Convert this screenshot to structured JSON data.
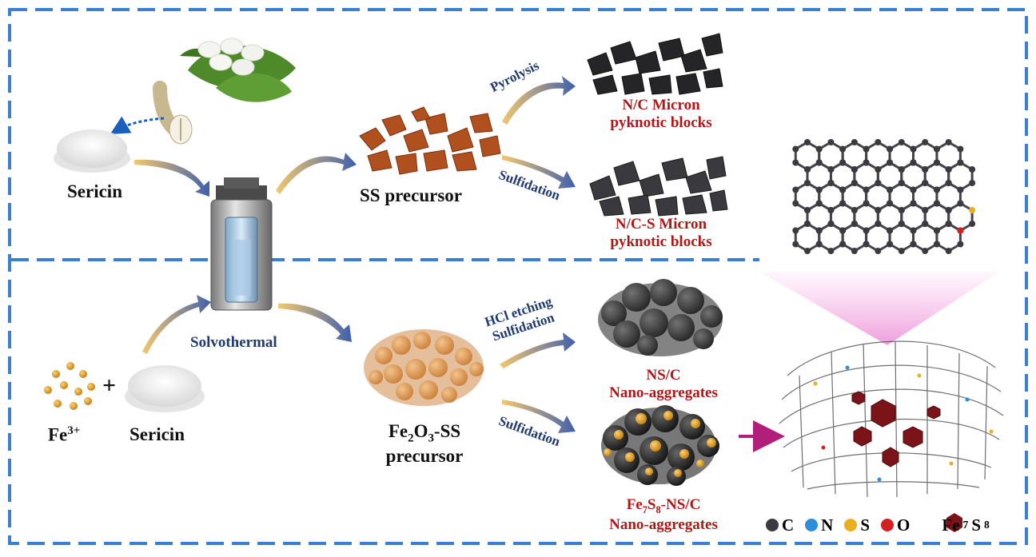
{
  "labels": {
    "sericin_top": "Sericin",
    "ss_precursor": "SS precursor",
    "pyrolysis": "Pyrolysis",
    "sulfidation_top": "Sulfidation",
    "nc_line1": "N/C Micron",
    "nc_line2": "pyknotic blocks",
    "ncs_line1": "N/C-S Micron",
    "ncs_line2": "pyknotic blocks",
    "solvothermal": "Solvothermal",
    "fe_ion": "Fe",
    "fe_charge": "3+",
    "plus": "+",
    "sericin_bottom": "Sericin",
    "fe2o3_fe": "Fe",
    "fe2o3_sub1": "2",
    "fe2o3_o": "O",
    "fe2o3_sub2": "3",
    "fe2o3_suffix": "-SS",
    "fe2o3_line2": "precursor",
    "hcl_line1": "HCl etching",
    "hcl_line2": "Sulfidation",
    "sulfidation_bottom": "Sulfidation",
    "nsc_line1": "NS/C",
    "nsc_line2": "Nano-aggregates",
    "fe7s8_fe": "Fe",
    "fe7s8_sub1": "7",
    "fe7s8_s": "S",
    "fe7s8_sub2": "8",
    "fe7s8_suffix": "-NS/C",
    "fe7s8nsc_line2": "Nano-aggregates"
  },
  "legend": [
    {
      "symbol": "C",
      "color": "#3a3a40"
    },
    {
      "symbol": "N",
      "color": "#2a8fd8"
    },
    {
      "symbol": "S",
      "color": "#e8b020"
    },
    {
      "symbol": "O",
      "color": "#d42020"
    }
  ],
  "legend_fe7s8": {
    "fe": "Fe",
    "sub1": "7",
    "s": "S",
    "sub2": "8",
    "color": "#7a1418"
  },
  "colors": {
    "frame": "#3a7fd0",
    "label_red": "#b01818",
    "label_blue": "#1f3a6e",
    "ss_block": "#b0501e",
    "carbon_block": "#252528",
    "fe_particle": "#e6a64a",
    "arrow_start": "#f0c060",
    "arrow_end": "#3e5fae",
    "magenta_arrow": "#b0207a"
  }
}
